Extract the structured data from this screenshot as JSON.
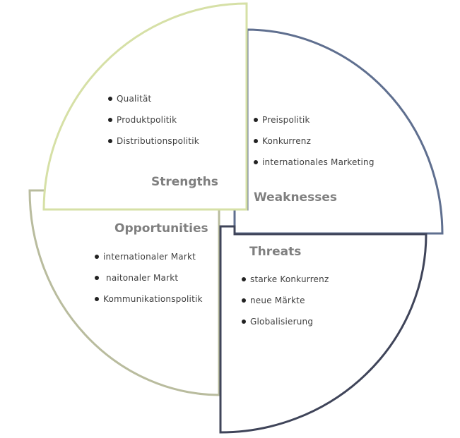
{
  "quadrants": {
    "strengths": {
      "title": "Strengths",
      "color": "#d6e0a6",
      "items": [
        "Qualität",
        "Produktpolitik",
        "Distributionspolitik"
      ]
    },
    "weaknesses": {
      "title": "Weaknesses",
      "color": "#5f6f8f",
      "items": [
        "Preispolitik",
        "Konkurrenz",
        "internationales Marketing"
      ]
    },
    "opportunities": {
      "title": "Opportunities",
      "color": "#b9bc9e",
      "items": [
        "internationaler Markt",
        " naitonaler Markt",
        "Kommunikationspolitik"
      ]
    },
    "threats": {
      "title": "Threats",
      "color": "#3f4459",
      "items": [
        "starke Konkurrenz",
        "neue Märkte",
        "Globalisierung"
      ]
    }
  },
  "title_color": "#7f7f7f"
}
